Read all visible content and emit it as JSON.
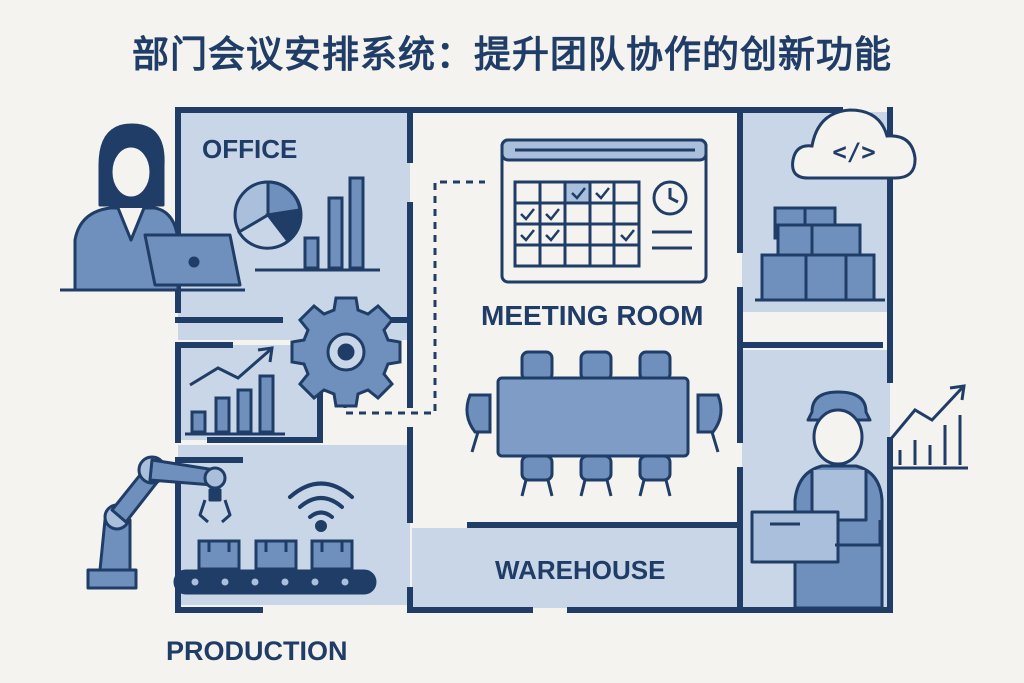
{
  "title": "部门会议安排系统：提升团队协作的创新功能",
  "rooms": {
    "office": "OFFICE",
    "meeting_room": "MEETING ROOM",
    "warehouse": "WAREHOUSE",
    "production": "PRODUCTION"
  },
  "cloud_code_symbol": "</>",
  "colors": {
    "wall": "#1f3d66",
    "room_fill": "#c8d6e8",
    "icon_fill": "#6f8fbd",
    "icon_light": "#a9bfdc",
    "background": "#f4f3ef"
  }
}
